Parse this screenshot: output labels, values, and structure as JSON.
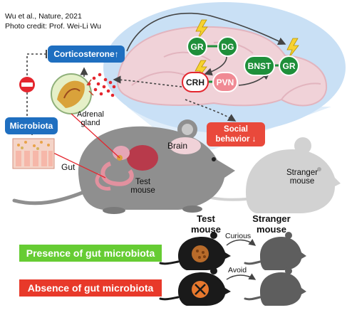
{
  "credits": {
    "citation": "Wu et al., Nature, 2021",
    "photo_credit": "Photo credit: Prof. Wei-Li Wu"
  },
  "labels": {
    "corticosterone": "Corticosterone",
    "corticosterone_arrow": "↑",
    "microbiota": "Microbiota",
    "adrenal_gland_line1": "Adrenal",
    "adrenal_gland_line2": "gland",
    "gut": "Gut",
    "brain": "Brain",
    "test_mouse_line1": "Test",
    "test_mouse_line2": "mouse",
    "stranger_mouse_line1": "Stranger",
    "stranger_mouse_line2": "mouse",
    "social_behavior_line1": "Social",
    "social_behavior_line2": "behavior ↓"
  },
  "brain_nodes": {
    "gr_left": "GR",
    "dg": "DG",
    "crh": "CRH",
    "pvn": "PVN",
    "bnst": "BNST",
    "gr_right": "GR"
  },
  "legend": {
    "col_test_line1": "Test",
    "col_test_line2": "mouse",
    "col_stranger_line1": "Stranger",
    "col_stranger_line2": "mouse",
    "presence": "Presence of gut microbiota",
    "absence": "Absence of gut microbiota",
    "curious": "Curious",
    "avoid": "Avoid"
  },
  "colors": {
    "blue_box": "#1f6fc0",
    "green_band": "#66cc33",
    "red_band": "#e8392a",
    "social_box": "#e9493b",
    "brain_bg": "#c9e0f5",
    "green_node": "#1f8f3a",
    "pink_node": "#f08a94",
    "mouse_gray": "#8f8f8f",
    "stranger_gray": "#d2d2d2"
  },
  "icons": [
    "inhibit-icon",
    "lightning-icon",
    "bacteria-dots-icon"
  ]
}
